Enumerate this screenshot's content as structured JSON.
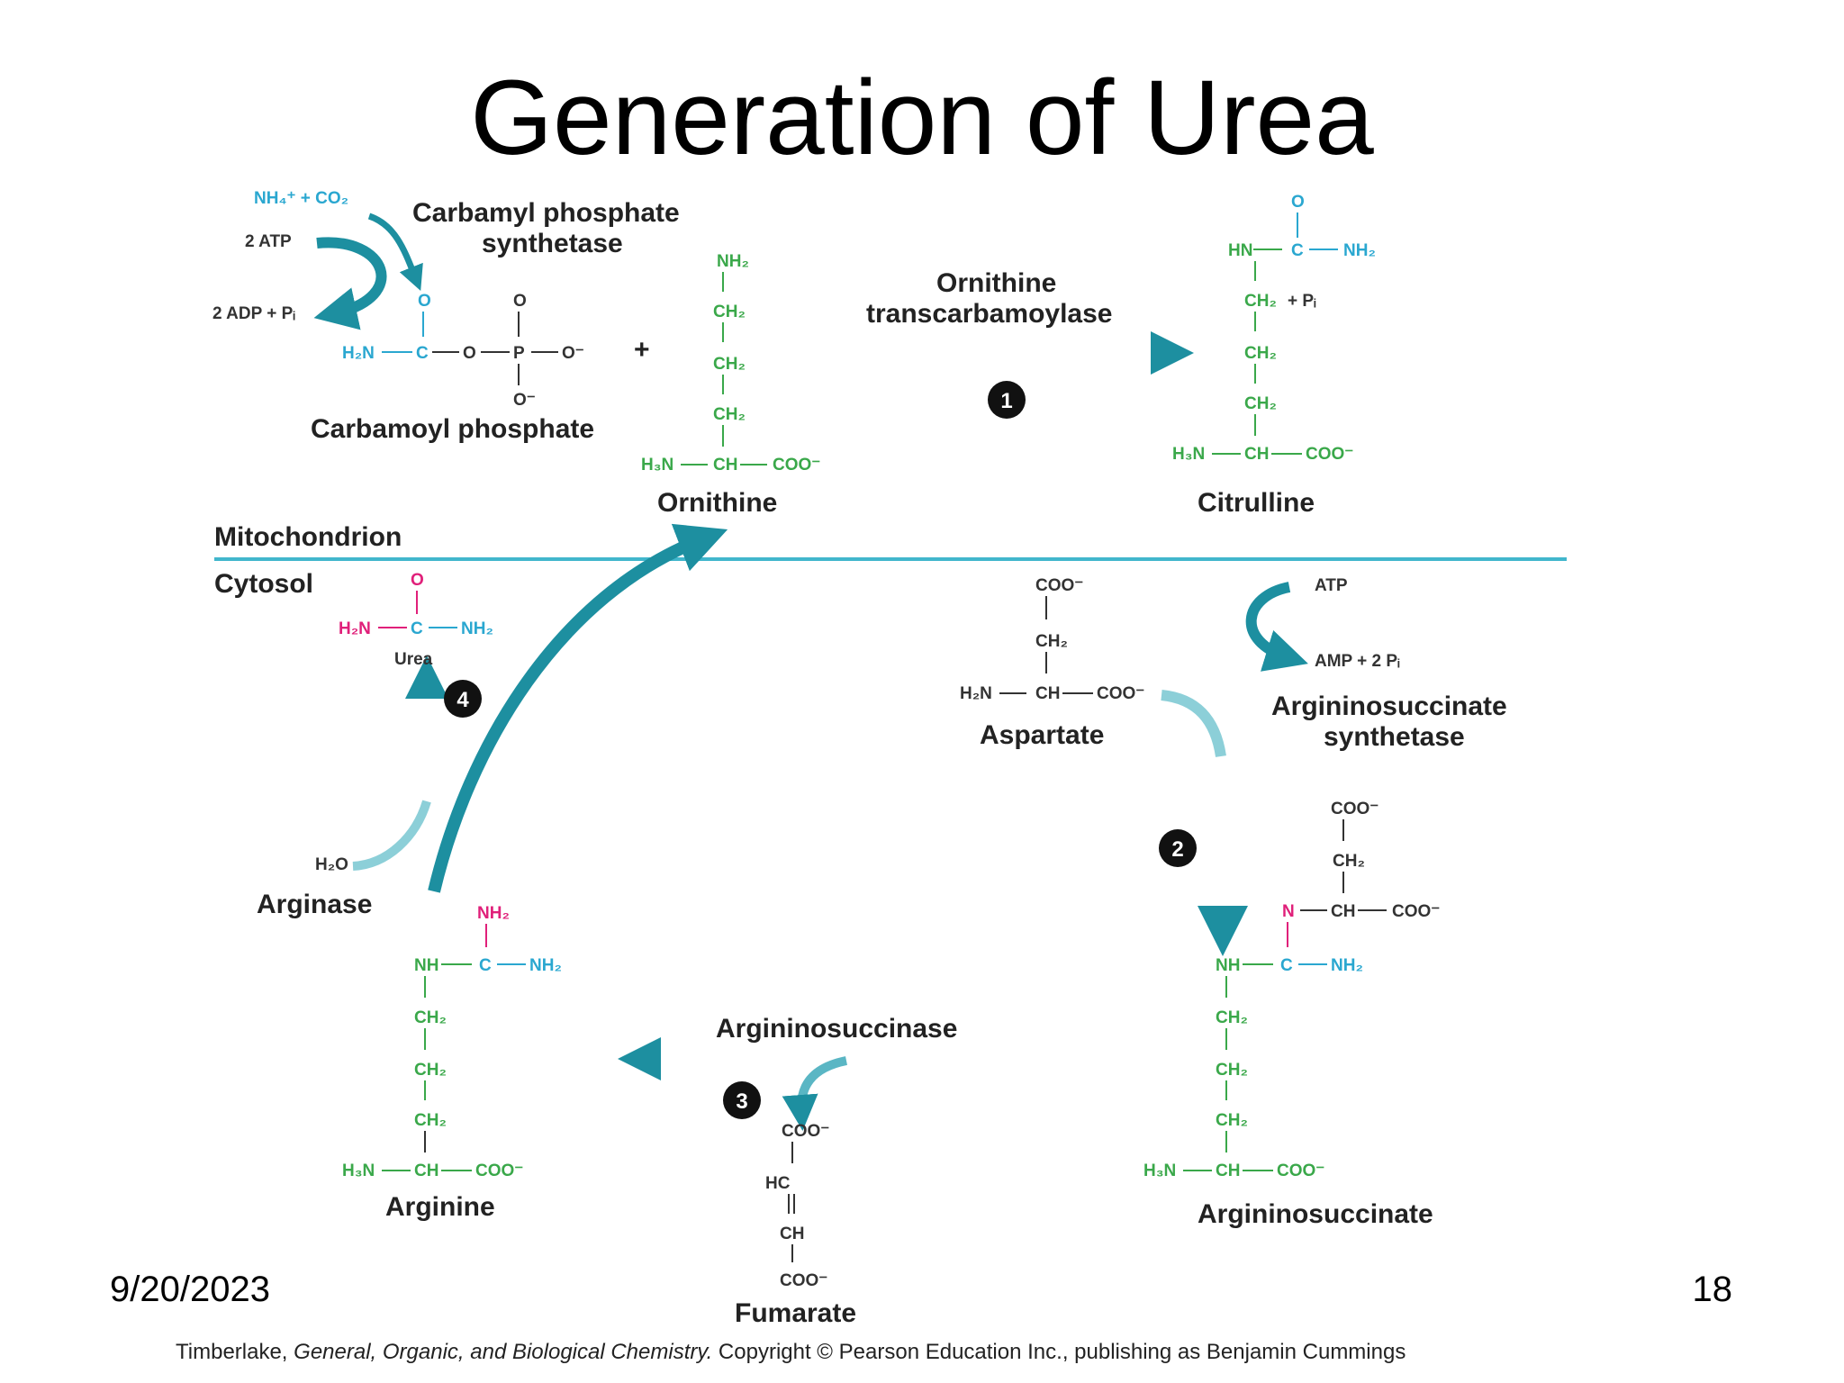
{
  "slide": {
    "title": "Generation of Urea",
    "date": "9/20/2023",
    "page_number": "18"
  },
  "credit": {
    "author": "Timberlake,",
    "book": "General, Organic, and Biological Chemistry.",
    "copyright": "Copyright © Pearson Education Inc., publishing as Benjamin Cummings"
  },
  "compartments": {
    "top": "Mitochondrion",
    "bottom": "Cytosol"
  },
  "enzymes": {
    "carbamyl_synthetase": [
      "Carbamyl phosphate",
      "synthetase"
    ],
    "ornithine_transcarbamoylase": [
      "Ornithine",
      "transcarbamoylase"
    ],
    "argininosuccinate_synthetase": [
      "Argininosuccinate",
      "synthetase"
    ],
    "argininosuccinase": "Argininosuccinase",
    "arginase": "Arginase"
  },
  "molecules": {
    "carbamoyl_phosphate": "Carbamoyl phosphate",
    "ornithine": "Ornithine",
    "citrulline": "Citrulline",
    "aspartate": "Aspartate",
    "argininosuccinate": "Argininosuccinate",
    "arginine": "Arginine",
    "fumarate": "Fumarate",
    "urea": "Urea"
  },
  "reagents": {
    "nh4_co2": "NH₄⁺ + CO₂",
    "atp2": "2 ATP",
    "adp2": "2 ADP + Pᵢ",
    "pi_out": "+ Pᵢ",
    "atp": "ATP",
    "amp": "AMP + 2 Pᵢ",
    "h2o": "H₂O",
    "plus": "+"
  },
  "steps": [
    "1",
    "2",
    "3",
    "4"
  ],
  "colors": {
    "arrow": "#1d8fa0",
    "ornithine_chain": "#3aa84a",
    "carbamoyl_group": "#2aa7d0",
    "amine_from_aspartate": "#e0207a",
    "membrane": "#41b6cc"
  }
}
